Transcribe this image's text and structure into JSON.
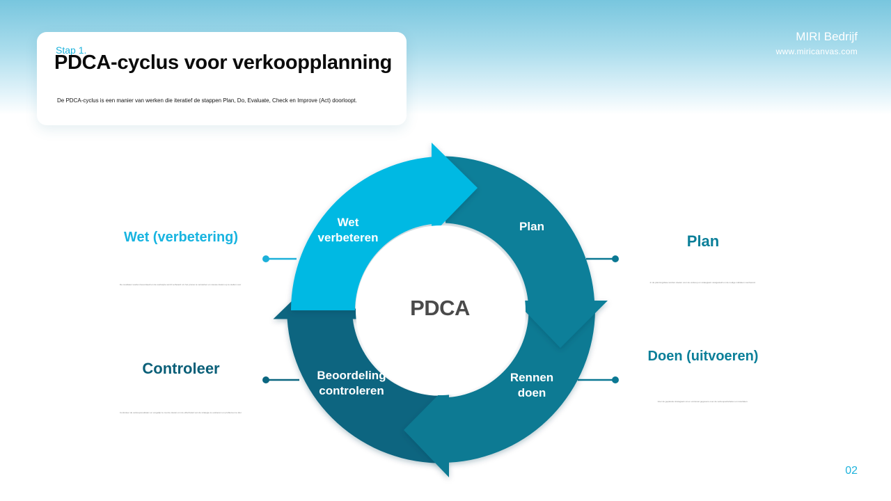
{
  "header": {
    "step": "Stap 1.",
    "title": "PDCA-cyclus voor verkoopplanning",
    "description": "De PDCA-cyclus is een manier van werken die iteratief de stappen Plan, Do, Evaluate, Check en Improve (Act) doorloopt."
  },
  "brand": {
    "name": "MIRI Bedrijf",
    "url": "www.miricanvas.com"
  },
  "diagram": {
    "center": "PDCA",
    "segments": {
      "plan": "Plan",
      "do": [
        "Rennen",
        "doen"
      ],
      "check": [
        "Beoordeling",
        "controleren"
      ],
      "act": [
        "Wet",
        "verbeteren"
      ]
    }
  },
  "labels": {
    "act": {
      "title": "Wet (verbetering)",
      "note": "De resultaten worden beoordeeld en de werkwijze wordt verbeterd om het proces te versterken en nieuwe doelen op te stellen voor de volgende cyclus."
    },
    "plan": {
      "title": "Plan",
      "note": "In de planningsfase worden doelen voor de verkoop en strategieën vastgesteld en de nodige middelen voorbereid."
    },
    "check": {
      "title": "Controleer",
      "note": "Controleer de verkoopresultaten en vergelijk ze met de doelen om de effectiviteit van de strategie te evalueren en problemen te identificeren."
    },
    "do": {
      "title": "Doen (uitvoeren)",
      "note": "Voer de geplande strategieën uit en verzamel gegevens over de verkoopactiviteiten en resultaten."
    }
  },
  "page_number": "02",
  "colors": {
    "act": "#06b9e3",
    "plan": "#0c7f99",
    "do": "#0b7a93",
    "check": "#0a6580",
    "accent": "#1fb3dc"
  }
}
